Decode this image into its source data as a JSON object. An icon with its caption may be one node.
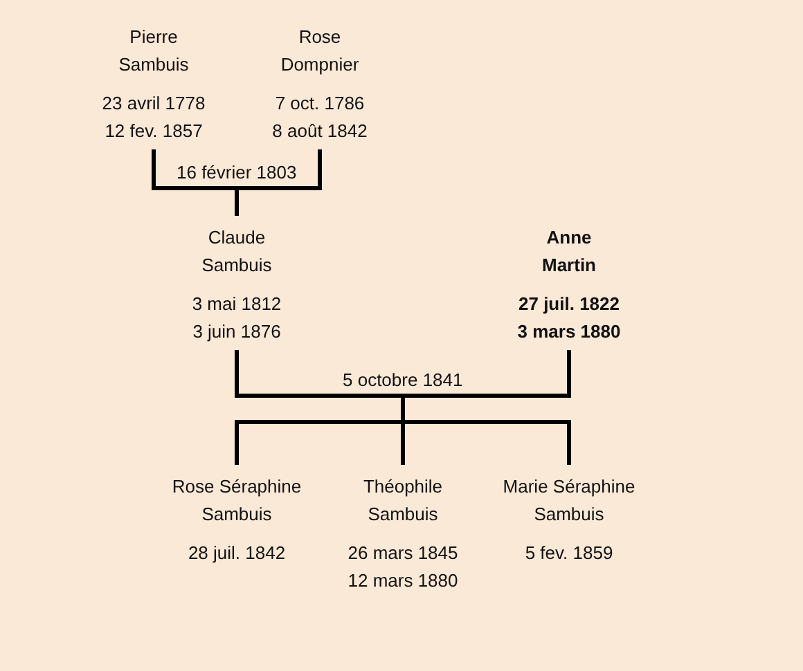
{
  "diagram": {
    "nodes": [
      {
        "text": [
          "Pierre Sambuis",
          "23 avril 1778",
          "12 fev. 1857"
        ]
      },
      {
        "text": [
          "Rose Dompnier",
          "7 oct. 1786",
          "8 août 1842"
        ]
      },
      {
        "text": [
          "Claude Sambuis",
          "3 mai 1812",
          "3 juin 1876"
        ]
      },
      {
        "text": [
          "Anne Martin",
          "27 juil. 1822",
          "3 mars 1880"
        ]
      },
      {
        "text": [
          "Rose Séraphine Sambuis",
          "28 juil. 1842"
        ]
      },
      {
        "text": [
          "Théophile Sambuis",
          "26 mars 1845",
          "12 mars 1880"
        ]
      },
      {
        "text": [
          "Marie Séraphine Sambuis",
          "5 fev. 1859"
        ]
      }
    ],
    "edges": [
      {
        "from": 0,
        "to": 2,
        "arrow": "none",
        "label": "16 février 1803"
      },
      {
        "from": 1,
        "to": 2,
        "arrow": "none"
      },
      {
        "from": 2,
        "to": 4,
        "arrow": "none"
      },
      {
        "from": 2,
        "to": 5,
        "arrow": "none",
        "label": "5 octobre 1841"
      },
      {
        "from": 2,
        "to": 6,
        "arrow": "none"
      },
      {
        "from": 3,
        "to": 4,
        "arrow": "none"
      },
      {
        "from": 3,
        "to": 5,
        "arrow": "none"
      },
      {
        "from": 3,
        "to": 6,
        "arrow": "none"
      }
    ]
  }
}
